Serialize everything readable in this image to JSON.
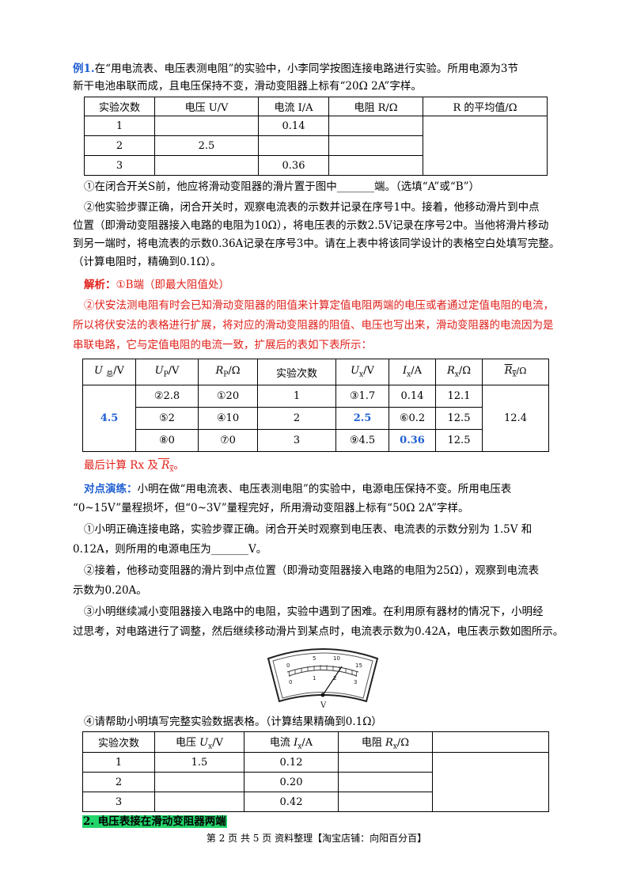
{
  "example": {
    "tag": "例1.",
    "line1": "在“用电流表、电压表测电阻”的实验中，小李同学按图连接电路进行实验。所用电源为3节",
    "line2": "新干电池串联而成，且电压保持不变，滑动变阻器上标有“20Ω  2A”字样。",
    "table": {
      "headers": [
        "实验次数",
        "电压 U/V",
        "电流 I/A",
        "电阻 R/Ω",
        "R 的平均值/Ω"
      ],
      "rows": [
        [
          "1",
          "",
          "0.14",
          ""
        ],
        [
          "2",
          "2.5",
          "",
          ""
        ],
        [
          "3",
          "",
          "0.36",
          ""
        ]
      ]
    },
    "q1": "①在闭合开关S前，他应将滑动变阻器的滑片置于图中_______端。（选填“A”或“B”）",
    "q2_l1": "②他实验步骤正确，闭合开关时，观察电流表的示数并记录在序号1中。接着，他移动滑片到中点",
    "q2_l2": "位置（即滑动变阻器接入电路的电阻为10Ω），将电压表的示数2.5V记录在序号2中。当他将滑片移动",
    "q2_l3": "到另一端时，将电流表的示数0.36A记录在序号3中。请在上表中将该同学设计的表格空白处填写完整。",
    "q2_l4": "（计算电阻时，精确到0.1Ω）。"
  },
  "analysis": {
    "tag": "解析：",
    "a1": "①B端（即最大阻值处）",
    "a2_l1": "②伏安法测电阻有时会已知滑动变阻器的阻值来计算定值电阻两端的电压或者通过定值电阻的电流，",
    "a2_l2": "所以将伏安法的表格进行扩展，将对应的滑动变阻器的阻值、电压也写出来，滑动变阻器的电流因为是",
    "a2_l3": "串联电路，它与定值电阻的电流一致，扩展后的表如下表所示：",
    "table": {
      "headers": [
        "U总/V",
        "UP/V",
        "RP/Ω",
        "实验次数",
        "Ux/V",
        "Ix/A",
        "Rx/Ω",
        "Rx/Ω"
      ],
      "u_total": "4.5",
      "rows": [
        [
          "②2.8",
          "①20",
          "1",
          "③1.7",
          "0.14",
          "12.1"
        ],
        [
          "⑤2",
          "④10",
          "2",
          "2.5",
          "⑥0.2",
          "12.5"
        ],
        [
          "⑧0",
          "⑦0",
          "3",
          "⑨4.5",
          "0.36",
          "12.5"
        ]
      ],
      "rx_avg": "12.4"
    },
    "final": "最后计算 Rx 及",
    "final_tail": "。"
  },
  "practice": {
    "tag": "对点演练：",
    "l1": "小明在做“用电流表、电压表测电阻”的实验中，电源电压保持不变。所用电压表",
    "l2": "“0~15V”量程损坏，但“0~3V”量程完好，所用滑动变阻器上标有“50Ω 2A”字样。",
    "p1_l1": "①小明正确连接电路，实验步骤正确。闭合开关时观察到电压表、电流表的示数分别为 1.5V 和",
    "p1_l2": "0.12A，则所用的电源电压为_______V。",
    "p2_l1": "②接着，他移动变阻器的滑片到中点位置（即滑动变阻器接入电路的电阻为25Ω），观察到电流表",
    "p2_l2": "示数为0.20A。",
    "p3_l1": "③小明继续减小变阻器接入电路中的电阻，实验中遇到了困难。在利用原有器材的情况下，小明经",
    "p3_l2": "过思考，对电路进行了调整，然后继续移动滑片到某点时，电流表示数为0.42A，电压表示数如图所示。",
    "meter_unit": "V",
    "p4": "④请帮助小明填写完整实验数据表格。（计算结果精确到0.1Ω）",
    "table": {
      "headers": [
        "实验次数",
        "电压 Ux/V",
        "电流 Ix/A",
        "电阻 Rx/Ω"
      ],
      "rows": [
        [
          "1",
          "1.5",
          "0.12",
          ""
        ],
        [
          "2",
          "",
          "0.20",
          ""
        ],
        [
          "3",
          "",
          "0.42",
          ""
        ]
      ]
    }
  },
  "section2": "2. 电压表接在滑动变阻器两端",
  "footer": "第 2 页 共 5 页    资料整理【淘宝店铺：向阳百分百】"
}
